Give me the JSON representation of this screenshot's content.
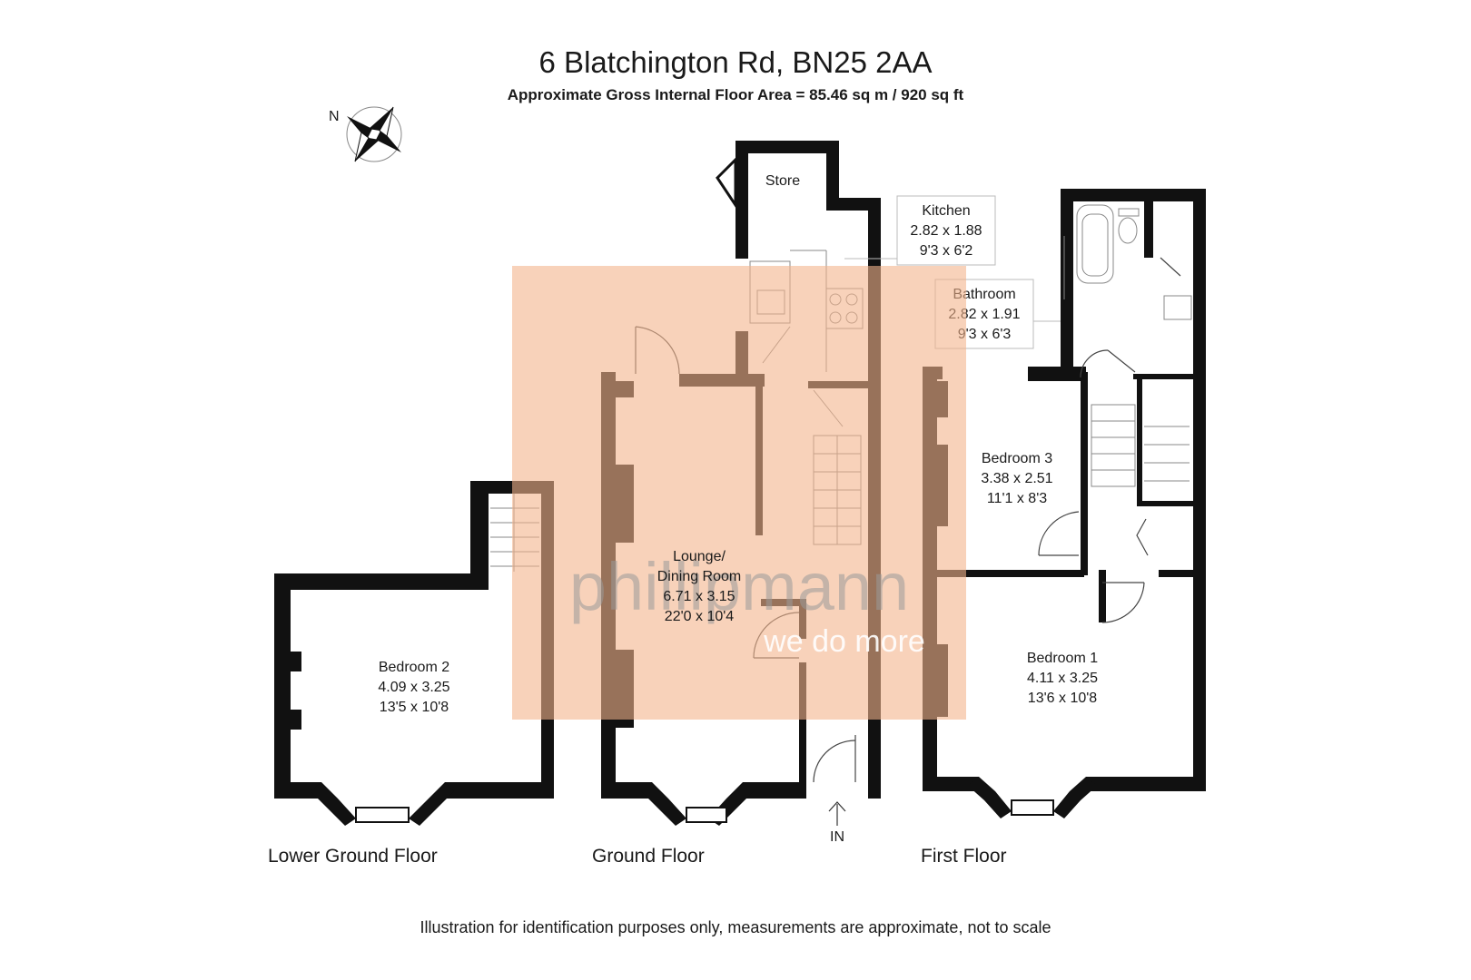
{
  "title": "6 Blatchington Rd, BN25 2AA",
  "subtitle": "Approximate Gross Internal Floor Area = 85.46 sq m / 920 sq ft",
  "compass": {
    "label": "N"
  },
  "floors": [
    "Lower Ground Floor",
    "Ground Floor",
    "First Floor"
  ],
  "entrance": {
    "label": "IN"
  },
  "rooms": {
    "store": {
      "name": "Store"
    },
    "kitchen": {
      "name": "Kitchen",
      "metric": "2.82 x 1.88",
      "imperial": "9'3 x 6'2"
    },
    "bathroom": {
      "name": "Bathroom",
      "metric": "2.82 x 1.91",
      "imperial": "9'3 x 6'3"
    },
    "lounge": {
      "name_line1": "Lounge/",
      "name_line2": "Dining Room",
      "metric": "6.71 x 3.15",
      "imperial": "22'0 x 10'4"
    },
    "bedroom1": {
      "name": "Bedroom 1",
      "metric": "4.11 x 3.25",
      "imperial": "13'6 x 10'8"
    },
    "bedroom2": {
      "name": "Bedroom 2",
      "metric": "4.09 x 3.25",
      "imperial": "13'5 x 10'8"
    },
    "bedroom3": {
      "name": "Bedroom 3",
      "metric": "3.38 x 2.51",
      "imperial": "11'1 x 8'3"
    }
  },
  "watermark": {
    "brand": "phillipmann",
    "tagline": "we do more"
  },
  "disclaimer": "Illustration for identification purposes only, measurements are approximate, not to scale",
  "colors": {
    "wall": "#111111",
    "watermark": "#f4b48c"
  }
}
